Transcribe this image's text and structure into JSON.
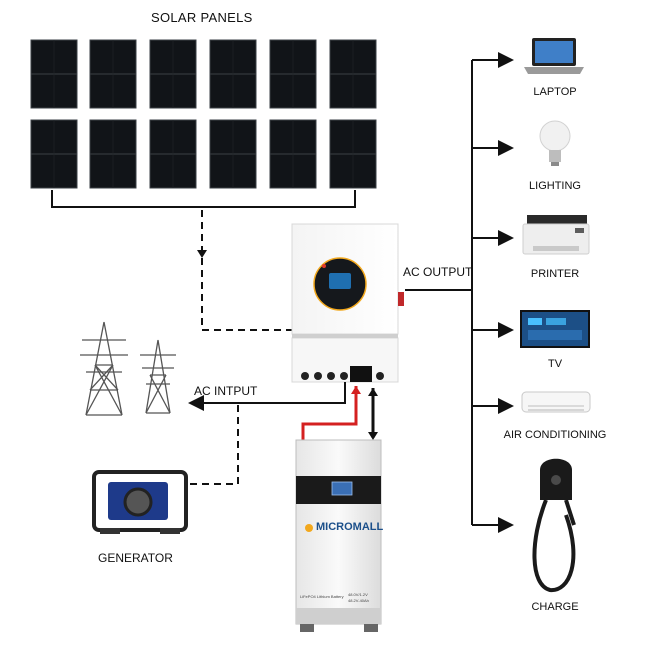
{
  "labels": {
    "solar_panels": "SOLAR PANELS",
    "ac_output": "AC OUTPUT",
    "ac_input": "AC  INTPUT",
    "generator": "GENERATOR"
  },
  "outputs": [
    {
      "label": "LAPTOP",
      "icon": "laptop-icon"
    },
    {
      "label": "LIGHTING",
      "icon": "light-bulb-icon"
    },
    {
      "label": "PRINTER",
      "icon": "printer-icon"
    },
    {
      "label": "TV",
      "icon": "tv-icon"
    },
    {
      "label": "AIR CONDITIONING",
      "icon": "air-conditioner-icon"
    },
    {
      "label": "CHARGE",
      "icon": "ev-charger-icon"
    }
  ],
  "battery": {
    "brand": "MICROMALL",
    "spec_left": "LiFePO4 Lithium Battery",
    "spec_right_1": "48.0V/1.2V",
    "spec_right_2": "48.2V-40Ah"
  },
  "colors": {
    "panel": "#111418",
    "line": "#111111",
    "dc_link": "#d42020",
    "brand_accent": "#f2a81d",
    "brand_text": "#1b4f8a"
  }
}
